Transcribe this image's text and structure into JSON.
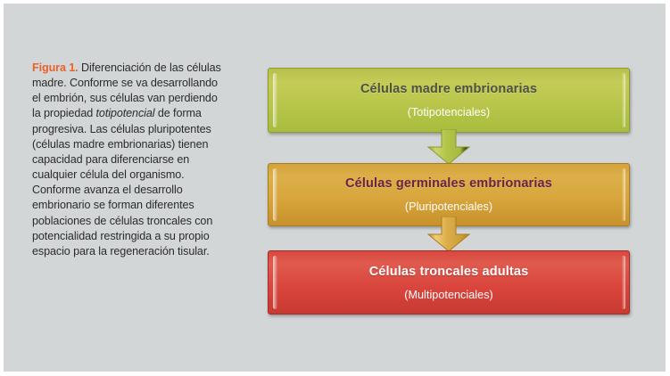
{
  "figure": {
    "caption_label": "Figura 1.",
    "caption_part1": " Diferenciación de las células madre. Conforme se va desarrollando el embrión, sus células van perdiendo la propiedad ",
    "caption_italic": "totipotencial",
    "caption_part2": " de forma progresiva. Las células pluripotentes (células madre embrionarias) tienen capacidad para diferenciarse en cualquier célula del organismo. Conforme avanza el desarrollo embrionario se forman diferentes poblaciones de células troncales con potencialidad restringida a su propio espacio para la regeneración tisular.",
    "background_color": "#d3d6d7",
    "label_color": "#e8622a"
  },
  "diagram": {
    "nodes": [
      {
        "id": "embryonic",
        "title": "Células madre embrionarias",
        "subtitle": "(Totipotenciales)",
        "fill_color": "#b9c64b",
        "title_color": "#4e5242",
        "subtitle_color": "#ffffff"
      },
      {
        "id": "germinal",
        "title": "Células germinales embrionarias",
        "subtitle": "(Pluripotenciales)",
        "fill_color": "#d8a63d",
        "title_color": "#6c2246",
        "subtitle_color": "#ffffff"
      },
      {
        "id": "adult",
        "title": "Células troncales adultas",
        "subtitle": "(Multipotenciales)",
        "fill_color": "#d9453c",
        "title_color": "#ffffff",
        "subtitle_color": "#ffffff"
      }
    ],
    "arrows": [
      {
        "id": "arrow-embryonic-to-germinal",
        "icon": "arrow-down-icon",
        "color": "#b5c44a"
      },
      {
        "id": "arrow-germinal-to-adult",
        "icon": "arrow-down-icon",
        "color": "#dcae4b"
      }
    ]
  }
}
